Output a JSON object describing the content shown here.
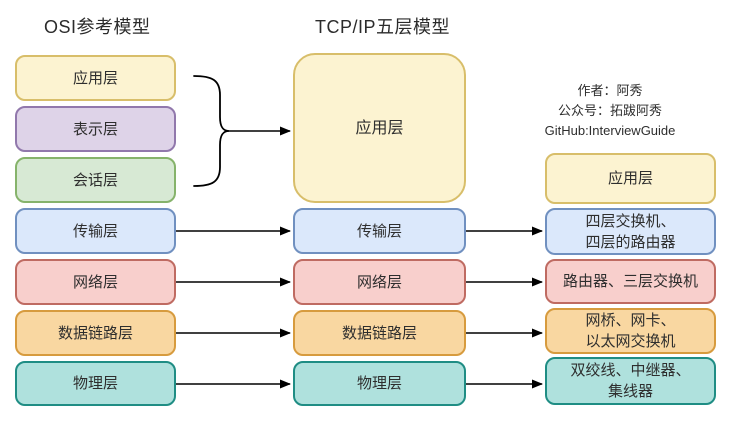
{
  "diagram": {
    "title_left": "OSI参考模型",
    "title_middle": "TCP/IP五层模型",
    "credits": {
      "line1": "作者：阿秀",
      "line2": "公众号：拓跋阿秀",
      "line3": "GitHub:InterviewGuide"
    },
    "osi": {
      "layers": [
        {
          "label": "应用层",
          "color": "yellow"
        },
        {
          "label": "表示层",
          "color": "purple"
        },
        {
          "label": "会话层",
          "color": "green"
        },
        {
          "label": "传输层",
          "color": "blue"
        },
        {
          "label": "网络层",
          "color": "red"
        },
        {
          "label": "数据链路层",
          "color": "orange"
        },
        {
          "label": "物理层",
          "color": "teal"
        }
      ]
    },
    "tcpip": {
      "layers": [
        {
          "label": "应用层",
          "color": "yellow"
        },
        {
          "label": "传输层",
          "color": "blue"
        },
        {
          "label": "网络层",
          "color": "red"
        },
        {
          "label": "数据链路层",
          "color": "orange"
        },
        {
          "label": "物理层",
          "color": "teal"
        }
      ]
    },
    "devices": {
      "items": [
        {
          "label": "应用层",
          "color": "yellow"
        },
        {
          "label": "四层交换机、\n四层的路由器",
          "color": "blue"
        },
        {
          "label": "路由器、三层交换机",
          "color": "red"
        },
        {
          "label": "网桥、网卡、\n以太网交换机",
          "color": "orange"
        },
        {
          "label": "双绞线、中继器、\n集线器",
          "color": "teal"
        }
      ]
    },
    "palette": {
      "yellow": {
        "fill": "#FCF3D1",
        "stroke": "#D8BE6A"
      },
      "purple": {
        "fill": "#DED3E8",
        "stroke": "#9178AC"
      },
      "green": {
        "fill": "#D7E9D4",
        "stroke": "#86B36B"
      },
      "blue": {
        "fill": "#DBE8FB",
        "stroke": "#7090C0"
      },
      "red": {
        "fill": "#F8CFCC",
        "stroke": "#BF6B62"
      },
      "orange": {
        "fill": "#F9D7A1",
        "stroke": "#D79B3E"
      },
      "teal": {
        "fill": "#AFE1DD",
        "stroke": "#1F8D84"
      },
      "arrow": {
        "fill": "#000000",
        "stroke": "#000000"
      }
    }
  }
}
